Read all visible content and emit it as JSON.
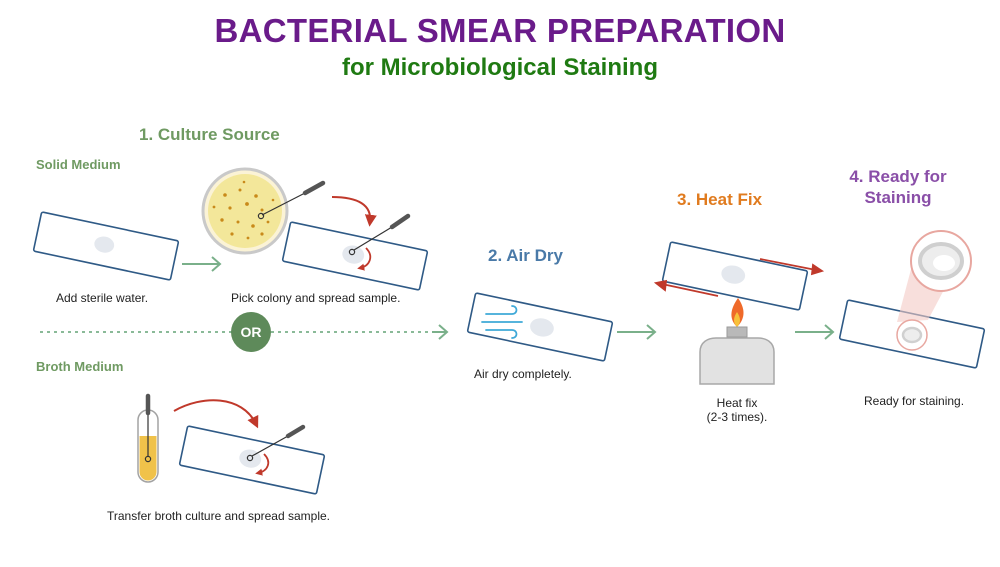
{
  "header": {
    "title": "BACTERIAL SMEAR PREPARATION",
    "subtitle": "for Microbiological Staining"
  },
  "steps": {
    "culture_source": "1. Culture Source",
    "air_dry": "2. Air Dry",
    "heat_fix": "3. Heat Fix",
    "ready_line1": "4. Ready for",
    "ready_line2": "Staining"
  },
  "media": {
    "solid": "Solid Medium",
    "broth": "Broth Medium",
    "or": "OR"
  },
  "captions": {
    "add_water": "Add sterile water.",
    "pick_colony": "Pick colony and spread sample.",
    "broth_transfer": "Transfer broth culture and spread sample.",
    "air_dry": "Air dry completely.",
    "heat_fix_line1": "Heat fix",
    "heat_fix_line2": "(2-3 times).",
    "ready": "Ready for staining."
  },
  "colors": {
    "title": "#6a1b8a",
    "subtitle": "#1f7a12",
    "step1": "#6f9a62",
    "step2": "#4a7aa8",
    "step3": "#e07b1f",
    "step4": "#8a4fa8",
    "slide_border": "#2f5a86",
    "flow_arrow": "#7ab08a",
    "curved_arrow": "#c0392b",
    "or_badge": "#5e8a5a"
  }
}
